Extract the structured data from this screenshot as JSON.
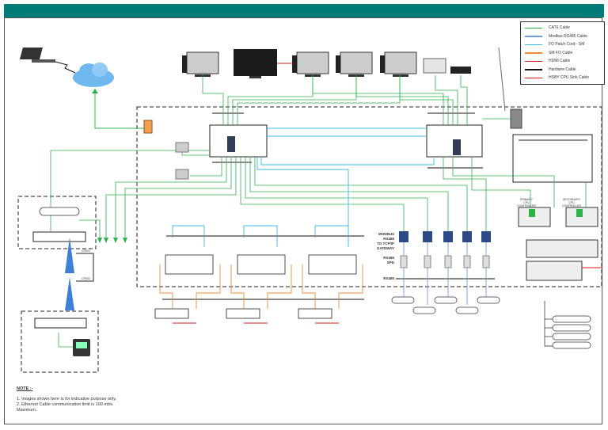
{
  "legend": {
    "items": [
      {
        "label": "CAT6 Cable",
        "color": "#2db34a"
      },
      {
        "label": "Modbus RS485 Cable",
        "color": "#6f9ee0"
      },
      {
        "label": "FO Patch Cord - SM",
        "color": "#3bbbe8"
      },
      {
        "label": "SM FO  Cable",
        "color": "#f08a30"
      },
      {
        "label": "HDMI Cable",
        "color": "#d42020"
      },
      {
        "label": "Hardwire Cable",
        "color": "#111111"
      },
      {
        "label": "HSBY CPU Sink Cable",
        "color": "#e81010"
      }
    ]
  },
  "labels": {
    "gateway": [
      "MODBUS",
      "RS485",
      "TO TCP/IP",
      "GATEWAY"
    ],
    "spd": [
      "RS485",
      "SPD"
    ],
    "rs485": "RS485",
    "primary_cpu": [
      "PRIMARY",
      "CPU",
      "CONTROLLER"
    ],
    "secondary_cpu": [
      "SECONDARY",
      "CPU",
      "CONTROLLER"
    ],
    "cpe1": "CPE01",
    "cpe2": "CPE02"
  },
  "notes": {
    "title": "NOTE :-",
    "lines": [
      "1. Images shown here is for indicative purpose  only.",
      "2. Ethernet Cable communication limit is 100 mtrs.",
      "Maximum."
    ]
  },
  "colors": {
    "header": "#007b78"
  }
}
